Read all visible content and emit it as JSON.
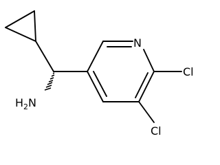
{
  "molecule": {
    "atoms": {
      "n": "N",
      "cl1": "Cl",
      "cl2": "Cl",
      "amine": "H2N"
    },
    "colors": {
      "bond": "#000000",
      "label": "#000000",
      "background": "#ffffff"
    }
  }
}
